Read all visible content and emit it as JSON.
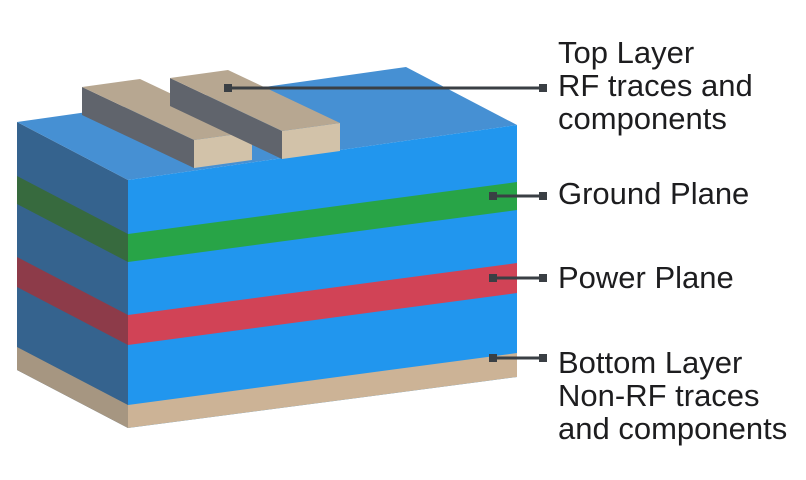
{
  "diagram": {
    "annotations": [
      {
        "id": "top-layer",
        "lines": [
          "Top Layer",
          "RF traces and",
          "components"
        ]
      },
      {
        "id": "ground-plane",
        "lines": [
          "Ground Plane"
        ]
      },
      {
        "id": "power-plane",
        "lines": [
          "Power Plane"
        ]
      },
      {
        "id": "bottom-layer",
        "lines": [
          "Bottom Layer",
          "Non-RF traces",
          "and components"
        ]
      }
    ]
  },
  "colors": {
    "background": "#ffffff",
    "substrate_front": "#2196ee",
    "substrate_top": "#4690d3",
    "substrate_side": "#35638e",
    "ground_plane_front": "#28a447",
    "ground_plane_side": "#376a3e",
    "power_plane_front": "#d14356",
    "power_plane_side": "#8d3b49",
    "bottom_layer_front": "#ccb396",
    "bottom_layer_side": "#a69681",
    "trace_top": "#b7a791",
    "trace_end": "#d2c2a9",
    "trace_shadow": "#60646c",
    "leader_line": "#3a3f44",
    "label_text": "#1d1d1f"
  }
}
